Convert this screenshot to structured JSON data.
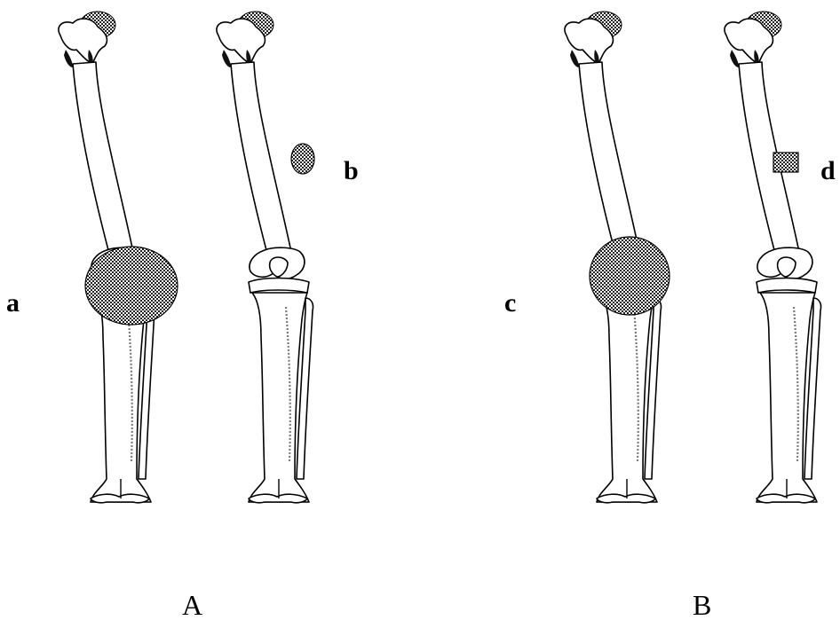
{
  "panels": [
    {
      "id": "A",
      "label": "A",
      "legs": [
        {
          "id": "a",
          "label": "a"
        },
        {
          "id": "b",
          "label": "b"
        }
      ]
    },
    {
      "id": "B",
      "label": "B",
      "legs": [
        {
          "id": "c",
          "label": "c"
        },
        {
          "id": "d",
          "label": "d"
        }
      ]
    }
  ],
  "colors": {
    "bone_outline": "#000000",
    "bone_fill": "#ffffff",
    "lesion_fill": "#555555"
  }
}
